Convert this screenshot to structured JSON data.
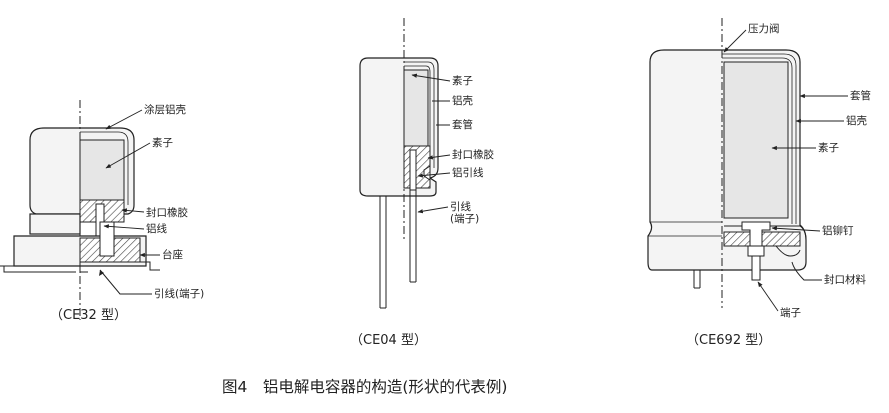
{
  "diagrams": [
    {
      "id": "ce32",
      "caption": "（CE32 型）",
      "labels": {
        "coated_case": "涂层铝壳",
        "element": "素子",
        "sealing_rubber": "封口橡胶",
        "al_wire": "铝线",
        "base": "台座",
        "lead": "引线(端子)"
      }
    },
    {
      "id": "ce04",
      "caption": "（CE04 型）",
      "labels": {
        "element": "素子",
        "al_case": "铝壳",
        "sleeve": "套管",
        "sealing_rubber": "封口橡胶",
        "al_lead": "铝引线",
        "lead_line1": "引线",
        "lead_line2": "(端子)"
      }
    },
    {
      "id": "ce692",
      "caption": "（CE692 型）",
      "labels": {
        "pressure_valve": "压力阀",
        "sleeve": "套管",
        "al_case": "铝壳",
        "element": "素子",
        "al_rivet": "铝铆钉",
        "seal_material": "封口材料",
        "terminal": "端子"
      }
    }
  ],
  "figure_caption": "图4　铝电解电容器的构造(形状的代表例)"
}
